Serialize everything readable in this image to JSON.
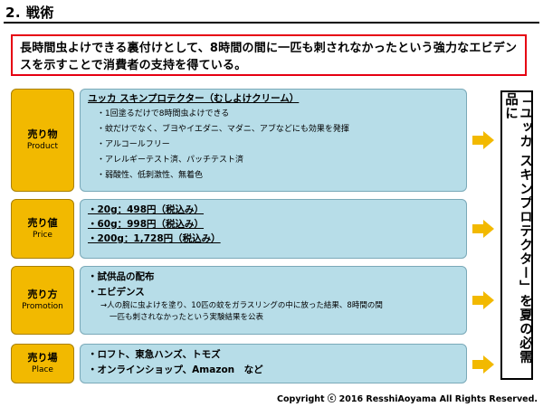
{
  "section_title": "2. 戦術",
  "lead_text": "長時間虫よけできる裏付けとして、8時間の間に一匹も刺されなかったという強力なエビデンスを示すことで消費者の支持を得ている。",
  "rows": [
    {
      "label_jp": "売り物",
      "label_en": "Product",
      "title": "ユッカ スキンプロテクター（むしよけクリーム）",
      "bullets": [
        "・1回塗るだけで8時間虫よけできる",
        "・蚊だけでなく、ブヨやイエダニ、マダニ、アブなどにも効果を発揮",
        "・アルコールフリー",
        "・アレルギーテスト済、パッチテスト済",
        "・弱酸性、低刺激性、無着色"
      ]
    },
    {
      "label_jp": "売り値",
      "label_en": "Price",
      "prices": [
        "・20g：498円（税込み）",
        "・60g：998円（税込み）",
        "・200g：1,728円（税込み）"
      ]
    },
    {
      "label_jp": "売り方",
      "label_en": "Promotion",
      "items": [
        "・試供品の配布",
        "・エビデンス"
      ],
      "notes": [
        "→人の腕に虫よけを塗り、10匹の蚊をガラスリングの中に放った結果、8時間の間",
        "一匹も刺されなかったという実験結果を公表"
      ]
    },
    {
      "label_jp": "売り場",
      "label_en": "Place",
      "items": [
        "・ロフト、東急ハンズ、トモズ",
        "・オンラインショップ、Amazon　など"
      ]
    }
  ],
  "conclusion": "「ユッカ スキンプロテクター」を夏の必需品に",
  "copyright": "Copyright ⓒ 2016 ResshiAoyama All Rights Reserved.",
  "colors": {
    "lead_border": "#e60012",
    "label_bg": "#f2b900",
    "content_bg": "#b7dde8",
    "arrow": "#f2b900"
  }
}
